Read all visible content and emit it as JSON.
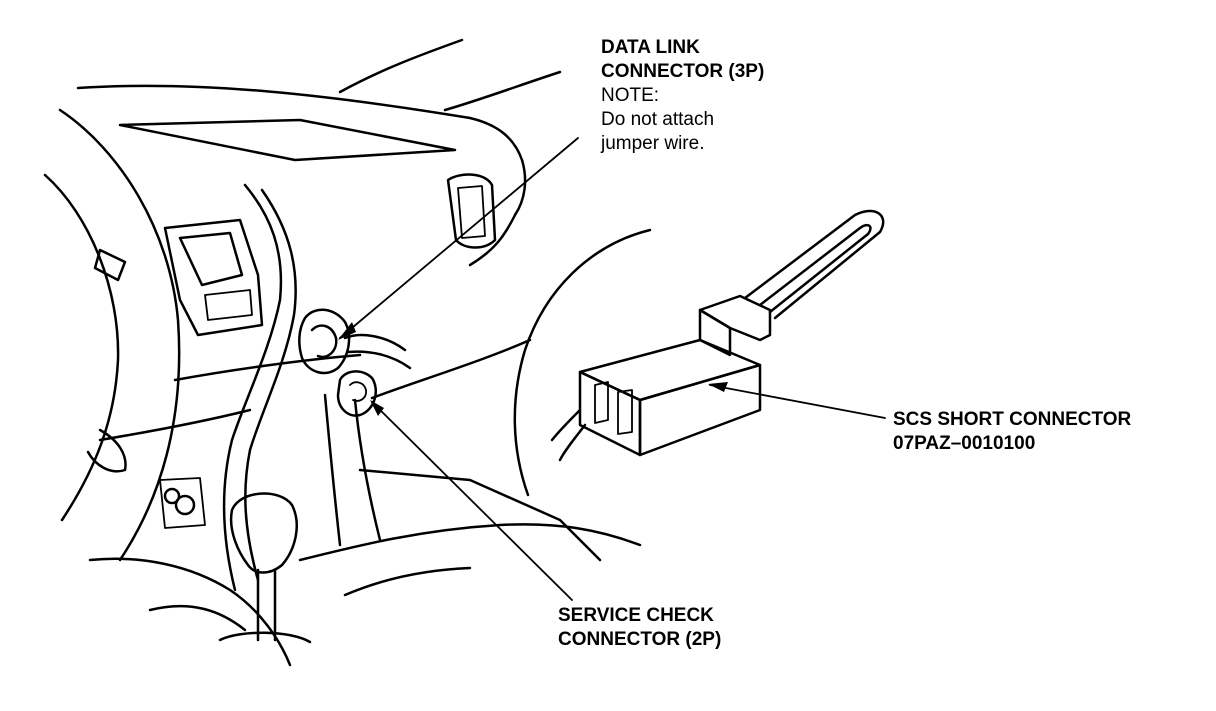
{
  "labels": {
    "data_link": {
      "line1": "DATA LINK",
      "line2": "CONNECTOR (3P)",
      "line3": "NOTE:",
      "line4": "Do not attach",
      "line5": "jumper wire."
    },
    "scs_short": {
      "line1": "SCS SHORT CONNECTOR",
      "line2": "07PAZ–0010100"
    },
    "service_check": {
      "line1": "SERVICE CHECK",
      "line2": "CONNECTOR (2P)"
    }
  }
}
